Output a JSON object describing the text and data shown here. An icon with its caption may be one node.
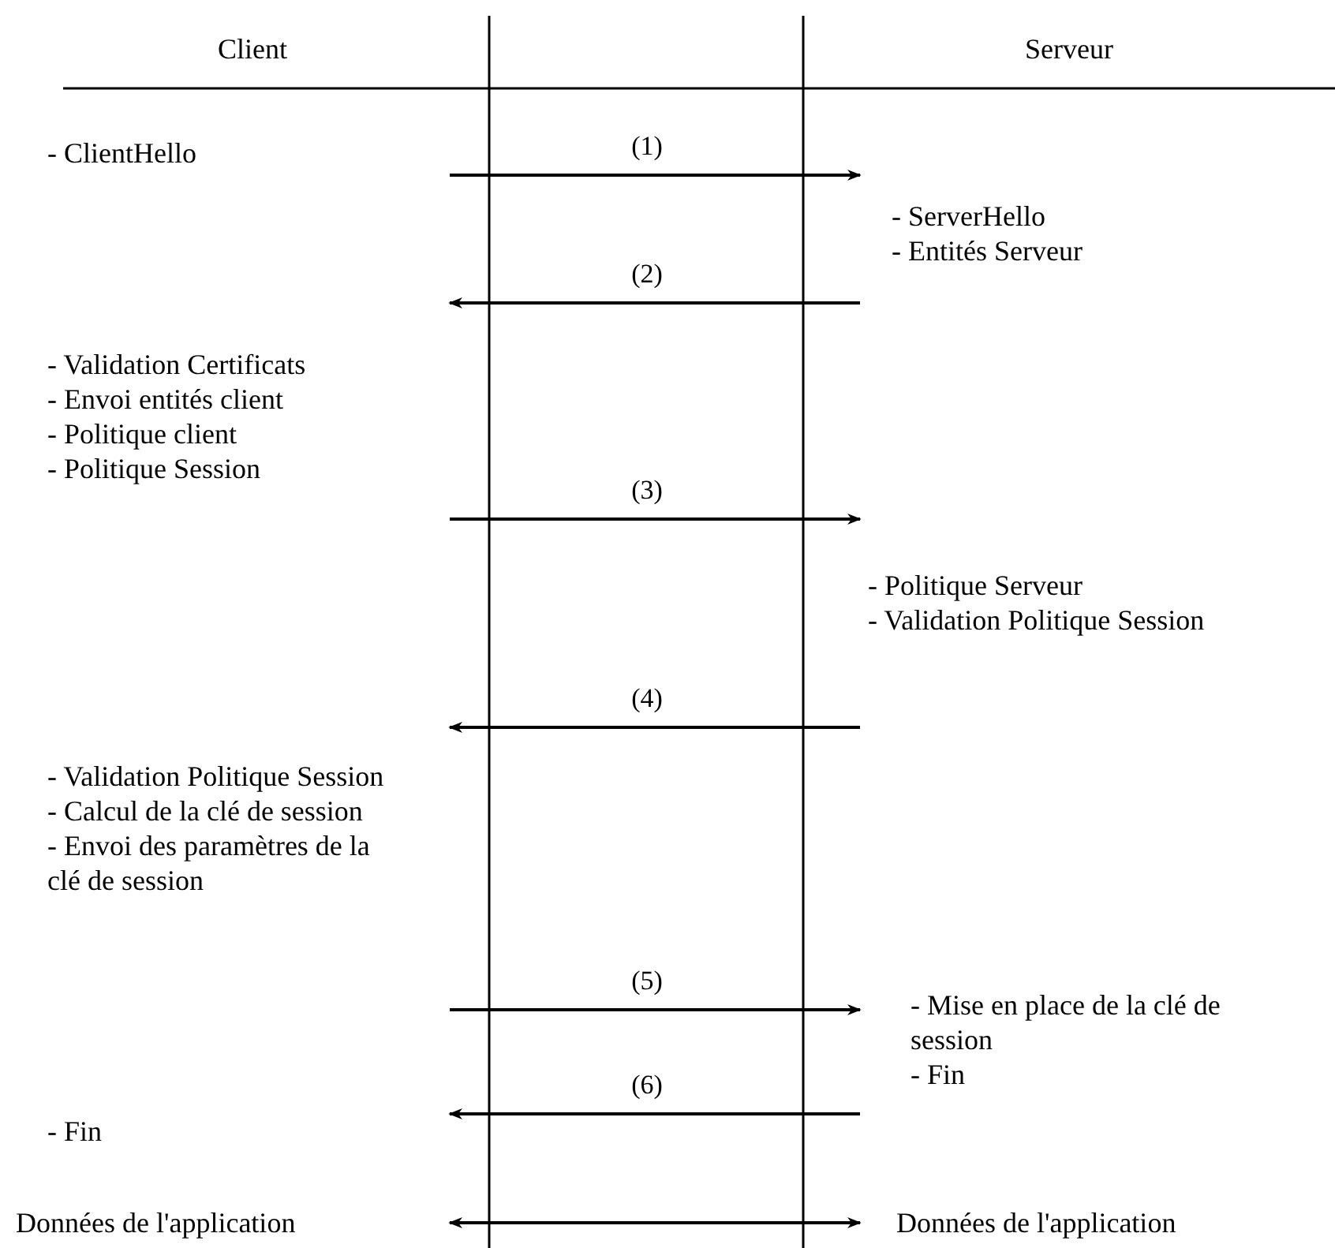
{
  "diagram": {
    "nodes": [
      {
        "text": [
          "- ClientHello"
        ]
      },
      {
        "text": [
          "- ServerHello",
          "- Entités Serveur"
        ]
      },
      {
        "text": [
          "- Validation Certificats",
          "- Envoi entités client",
          "- Politique client",
          "- Politique Session"
        ]
      },
      {
        "text": [
          "- Politique Serveur",
          "- Validation Politique Session"
        ]
      },
      {
        "text": [
          "- Validation Politique Session",
          "- Calcul de la clé de session",
          "- Envoi des paramètres de la clé de session"
        ]
      },
      {
        "text": [
          "- Mise en place de la clé de session",
          "- Fin"
        ]
      },
      {
        "text": [
          "- Fin"
        ]
      },
      {
        "text": [
          "Données de l'application"
        ]
      },
      {
        "text": [
          "Données de l'application"
        ]
      }
    ],
    "edges": [
      {
        "from": null,
        "to": 1,
        "arrow": "to",
        "label": "(1)"
      },
      {
        "from": 1,
        "to": null,
        "arrow": "to",
        "label": "(2)"
      },
      {
        "from": null,
        "to": 3,
        "arrow": "to",
        "label": "(3)"
      },
      {
        "from": 3,
        "to": 4,
        "arrow": "to",
        "label": "(4)"
      },
      {
        "from": null,
        "to": 5,
        "arrow": "to",
        "label": "(5)"
      },
      {
        "from": 5,
        "to": null,
        "arrow": "to",
        "label": "(6)"
      },
      {
        "from": null,
        "to": 8,
        "arrow": "both"
      }
    ],
    "labels": [
      "Client",
      "Serveur"
    ]
  }
}
